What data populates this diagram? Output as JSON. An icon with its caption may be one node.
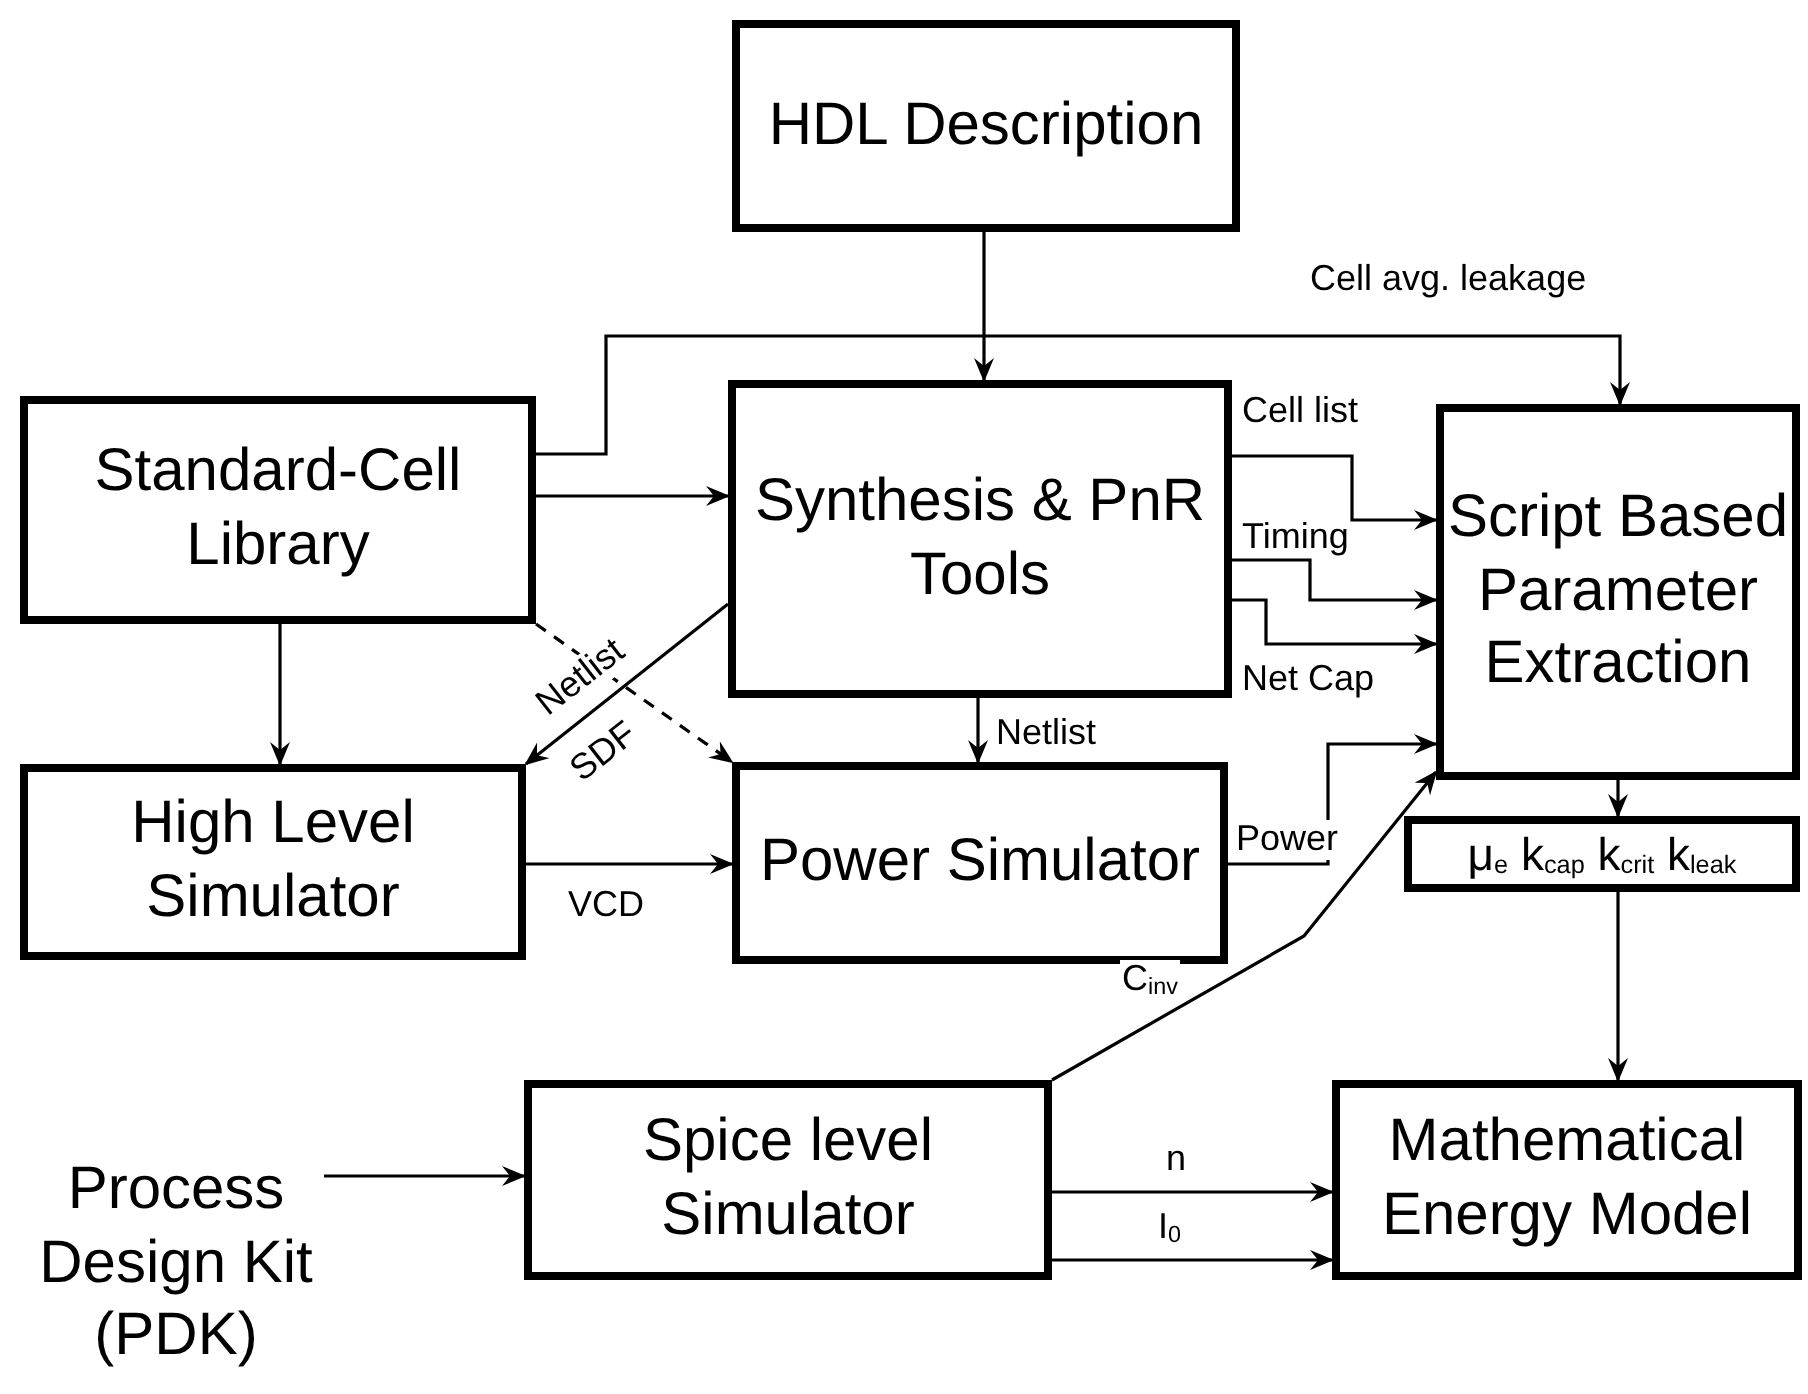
{
  "diagram": {
    "nodes": [
      {
        "text": [
          "HDL Description"
        ]
      },
      {
        "text": [
          "Standard-Cell Library"
        ]
      },
      {
        "text": [
          "Synthesis & PnR Tools"
        ]
      },
      {
        "text": [
          "Script Based Parameter Extraction"
        ]
      },
      {
        "text": [
          "High Level Simulator"
        ]
      },
      {
        "text": [
          "Power Simulator"
        ]
      },
      {
        "text": [
          "μ$_{e}$ k$_{cap}$ k$_{crit}$ k$_{leak}$"
        ]
      },
      {
        "text": [
          "Process Design Kit (PDK)"
        ]
      },
      {
        "text": [
          "Spice level Simulator"
        ]
      },
      {
        "text": [
          "Mathematical Energy Model"
        ]
      }
    ],
    "edges": [
      {
        "from": 0,
        "to": 2,
        "arrow": "to"
      },
      {
        "from": 1,
        "to": 3,
        "arrow": "to",
        "label": "Cell avg. leakage"
      },
      {
        "from": 1,
        "to": 2,
        "arrow": "to"
      },
      {
        "from": 2,
        "to": 3,
        "arrow": "to",
        "label": "Cell list"
      },
      {
        "from": 2,
        "to": 3,
        "arrow": "to",
        "label": "Timing"
      },
      {
        "from": 2,
        "to": 3,
        "arrow": "to",
        "label": "Net Cap"
      },
      {
        "from": 1,
        "to": 4,
        "arrow": "to"
      },
      {
        "from": 1,
        "to": 5,
        "arrow": "to",
        "label": "Netlist",
        "style": "dashed"
      },
      {
        "from": 2,
        "to": 4,
        "arrow": "to",
        "label": "SDF"
      },
      {
        "from": 2,
        "to": 5,
        "arrow": "to",
        "label": "Netlist"
      },
      {
        "from": 4,
        "to": 5,
        "arrow": "to",
        "label": "VCD"
      },
      {
        "from": 5,
        "to": 3,
        "arrow": "to",
        "label": "Power"
      },
      {
        "from": 8,
        "to": 3,
        "arrow": "to",
        "label": "C$_{inv}$"
      },
      {
        "from": 3,
        "to": 6,
        "arrow": "to"
      },
      {
        "from": 6,
        "to": 9,
        "arrow": "to"
      },
      {
        "from": 7,
        "to": 8,
        "arrow": "to"
      },
      {
        "from": 8,
        "to": 9,
        "arrow": "to",
        "label": "n"
      },
      {
        "from": 8,
        "to": 9,
        "arrow": "to",
        "label": "I$_{0}$"
      }
    ]
  }
}
